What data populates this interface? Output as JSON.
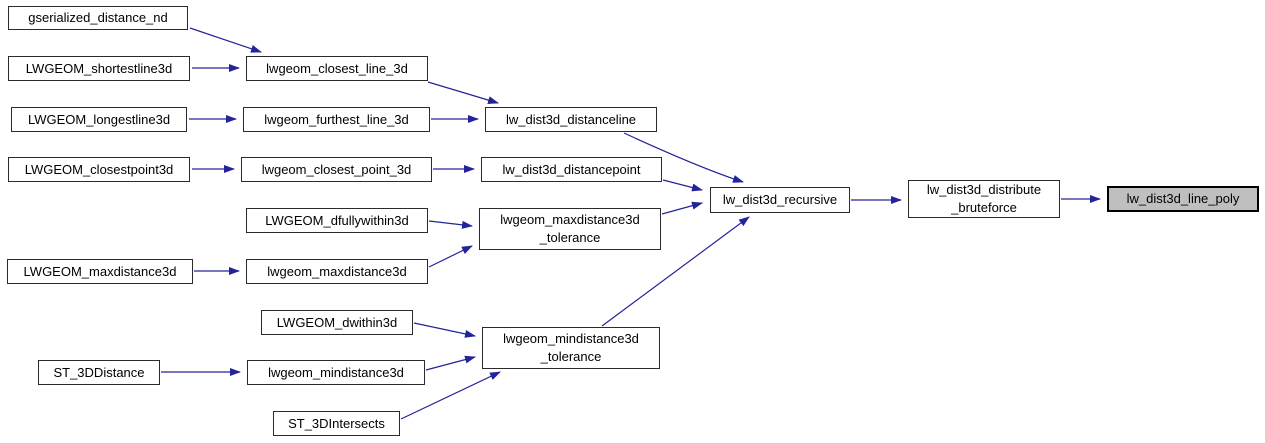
{
  "diagram": {
    "type": "call-graph",
    "background_color": "#ffffff",
    "edge_color": "#24249a",
    "node_border_color": "#2b2b2b",
    "node_fill_color": "#ffffff",
    "highlight_fill_color": "#bfbfbf",
    "highlighted_node": "lw_dist3d_line_poly",
    "nodes": [
      {
        "id": "gserialized_distance_nd",
        "label": "gserialized_distance_nd"
      },
      {
        "id": "LWGEOM_shortestline3d",
        "label": "LWGEOM_shortestline3d"
      },
      {
        "id": "lwgeom_closest_line_3d",
        "label": "lwgeom_closest_line_3d"
      },
      {
        "id": "LWGEOM_longestline3d",
        "label": "LWGEOM_longestline3d"
      },
      {
        "id": "lwgeom_furthest_line_3d",
        "label": "lwgeom_furthest_line_3d"
      },
      {
        "id": "LWGEOM_closestpoint3d",
        "label": "LWGEOM_closestpoint3d"
      },
      {
        "id": "lwgeom_closest_point_3d",
        "label": "lwgeom_closest_point_3d"
      },
      {
        "id": "lw_dist3d_distanceline",
        "label": "lw_dist3d_distanceline"
      },
      {
        "id": "lw_dist3d_distancepoint",
        "label": "lw_dist3d_distancepoint"
      },
      {
        "id": "LWGEOM_dfullywithin3d",
        "label": "LWGEOM_dfullywithin3d"
      },
      {
        "id": "lwgeom_maxdistance3d_tolerance",
        "label": "lwgeom_maxdistance3d\n_tolerance"
      },
      {
        "id": "LWGEOM_maxdistance3d",
        "label": "LWGEOM_maxdistance3d"
      },
      {
        "id": "lwgeom_maxdistance3d",
        "label": "lwgeom_maxdistance3d"
      },
      {
        "id": "LWGEOM_dwithin3d",
        "label": "LWGEOM_dwithin3d"
      },
      {
        "id": "lwgeom_mindistance3d_tolerance",
        "label": "lwgeom_mindistance3d\n_tolerance"
      },
      {
        "id": "ST_3DDistance",
        "label": "ST_3DDistance"
      },
      {
        "id": "lwgeom_mindistance3d",
        "label": "lwgeom_mindistance3d"
      },
      {
        "id": "ST_3DIntersects",
        "label": "ST_3DIntersects"
      },
      {
        "id": "lw_dist3d_recursive",
        "label": "lw_dist3d_recursive"
      },
      {
        "id": "lw_dist3d_distribute_bruteforce",
        "label": "lw_dist3d_distribute\n_bruteforce"
      },
      {
        "id": "lw_dist3d_line_poly",
        "label": "lw_dist3d_line_poly"
      }
    ],
    "edges": [
      {
        "from": "gserialized_distance_nd",
        "to": "lwgeom_closest_line_3d"
      },
      {
        "from": "LWGEOM_shortestline3d",
        "to": "lwgeom_closest_line_3d"
      },
      {
        "from": "lwgeom_closest_line_3d",
        "to": "lw_dist3d_distanceline"
      },
      {
        "from": "LWGEOM_longestline3d",
        "to": "lwgeom_furthest_line_3d"
      },
      {
        "from": "lwgeom_furthest_line_3d",
        "to": "lw_dist3d_distanceline"
      },
      {
        "from": "LWGEOM_closestpoint3d",
        "to": "lwgeom_closest_point_3d"
      },
      {
        "from": "lwgeom_closest_point_3d",
        "to": "lw_dist3d_distancepoint"
      },
      {
        "from": "lw_dist3d_distanceline",
        "to": "lw_dist3d_recursive"
      },
      {
        "from": "lw_dist3d_distancepoint",
        "to": "lw_dist3d_recursive"
      },
      {
        "from": "LWGEOM_dfullywithin3d",
        "to": "lwgeom_maxdistance3d_tolerance"
      },
      {
        "from": "LWGEOM_maxdistance3d",
        "to": "lwgeom_maxdistance3d"
      },
      {
        "from": "lwgeom_maxdistance3d",
        "to": "lwgeom_maxdistance3d_tolerance"
      },
      {
        "from": "lwgeom_maxdistance3d_tolerance",
        "to": "lw_dist3d_recursive"
      },
      {
        "from": "LWGEOM_dwithin3d",
        "to": "lwgeom_mindistance3d_tolerance"
      },
      {
        "from": "ST_3DDistance",
        "to": "lwgeom_mindistance3d"
      },
      {
        "from": "lwgeom_mindistance3d",
        "to": "lwgeom_mindistance3d_tolerance"
      },
      {
        "from": "ST_3DIntersects",
        "to": "lwgeom_mindistance3d_tolerance"
      },
      {
        "from": "lwgeom_mindistance3d_tolerance",
        "to": "lw_dist3d_recursive"
      },
      {
        "from": "lw_dist3d_recursive",
        "to": "lw_dist3d_distribute_bruteforce"
      },
      {
        "from": "lw_dist3d_distribute_bruteforce",
        "to": "lw_dist3d_line_poly"
      }
    ]
  }
}
